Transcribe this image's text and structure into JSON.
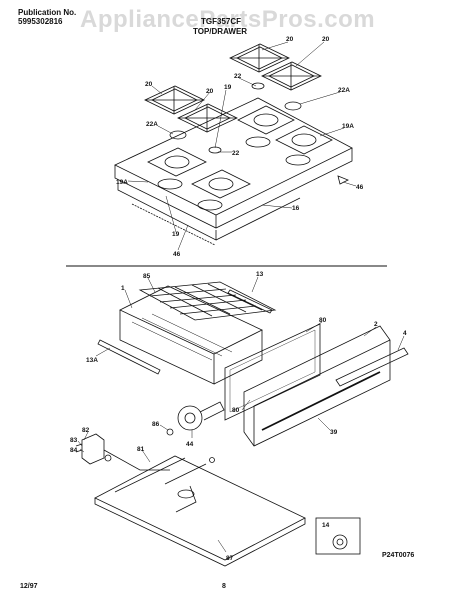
{
  "header": {
    "publication_label": "Publication No.",
    "publication_number": "5995302816",
    "model": "TGF357CF",
    "section": "TOP/DRAWER",
    "watermark": "AppliancePartsPros.com"
  },
  "callouts": {
    "c20a": "20",
    "c20b": "20",
    "c20c": "20",
    "c20d": "20",
    "c22a": "22",
    "c19a": "19",
    "c22Aa": "22A",
    "c22Ab": "22A",
    "c19Ab": "19A",
    "c22b": "22",
    "c19Ac": "19A",
    "c46a": "46",
    "c16": "16",
    "c19b": "19",
    "c46b": "46",
    "c85": "85",
    "c13": "13",
    "c1": "1",
    "c80a": "80",
    "c2": "2",
    "c4": "4",
    "c13A": "13A",
    "c86": "86",
    "c80b": "80",
    "c44": "44",
    "c39": "39",
    "c82": "82",
    "c83": "83",
    "c84": "84",
    "c81": "81",
    "c87": "87",
    "c14": "14"
  },
  "footer": {
    "diagram_code": "P24T0076",
    "date": "12/97",
    "page": "8"
  }
}
